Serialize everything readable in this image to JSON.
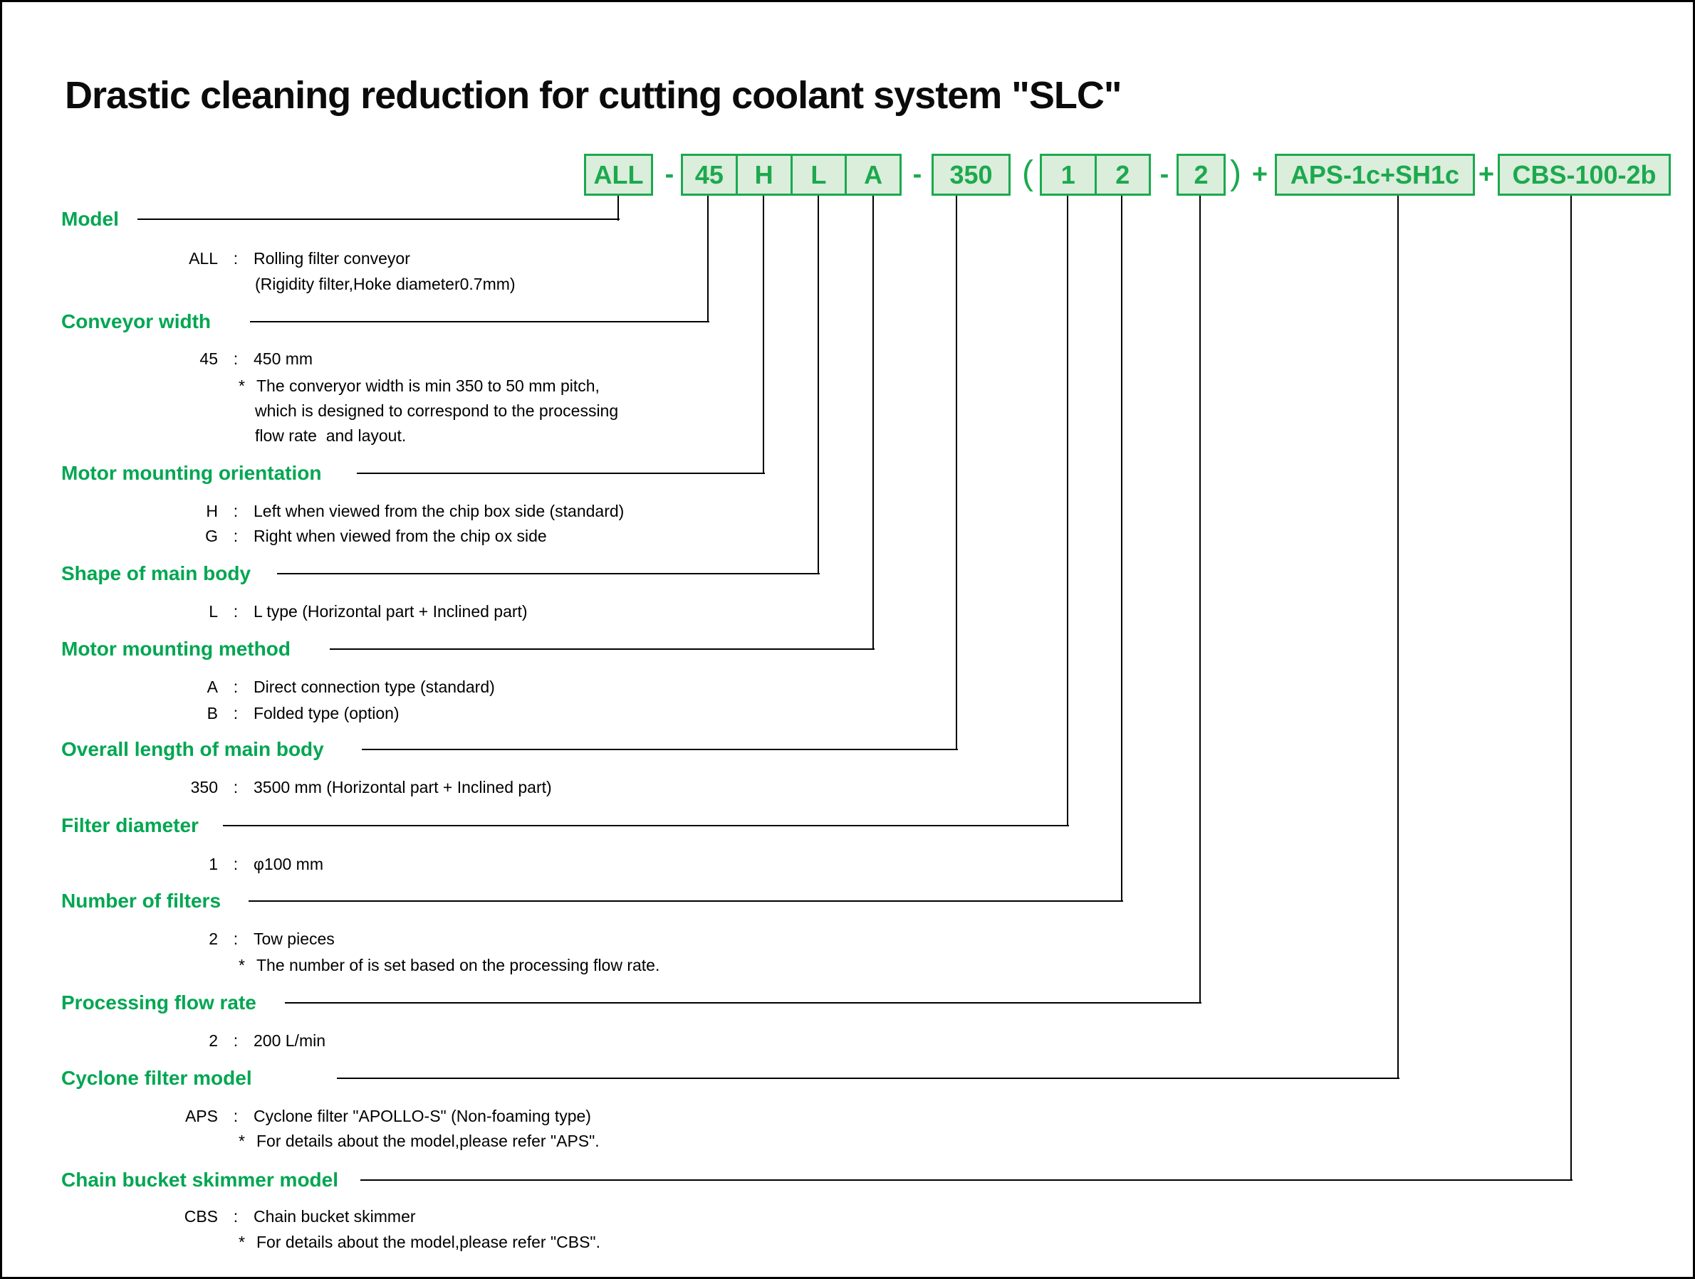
{
  "title": "Drastic cleaning reduction for cutting coolant system \"SLC\"",
  "colors": {
    "heading_green": "#00A651",
    "box_border_green": "#1CA94E",
    "box_fill_green": "#DBEDDB",
    "line_black": "#000000"
  },
  "code": {
    "model_box": "ALL",
    "dash1": "-",
    "group1": [
      "45",
      "H",
      "L",
      "A"
    ],
    "dash2": "-",
    "length_box": "350",
    "paren_open": "(",
    "group2": [
      "1",
      "2"
    ],
    "dash3": "-",
    "flow_box": "2",
    "paren_close": ")",
    "plus1": "+",
    "cyclone_box": "APS-1c+SH1c",
    "plus2": "+",
    "skimmer_box": "CBS-100-2b"
  },
  "sections": [
    {
      "heading": "Model",
      "items": [
        {
          "val": "ALL",
          "colon": ":",
          "desc": "Rolling filter conveyor"
        },
        {
          "cont": "(Rigidity filter,Hoke diameter0.7mm)"
        }
      ]
    },
    {
      "heading": "Conveyor width",
      "items": [
        {
          "val": "45",
          "colon": ":",
          "desc": "450 mm"
        },
        {
          "star": "*",
          "note": "The converyor width is min 350 to 50 mm pitch,"
        },
        {
          "cont": "which is designed to correspond to the processing"
        },
        {
          "cont": "flow rate  and layout."
        }
      ]
    },
    {
      "heading": "Motor mounting orientation",
      "items": [
        {
          "val": "H",
          "colon": ":",
          "desc": "Left when viewed from the chip box side (standard)"
        },
        {
          "val": "G",
          "colon": ":",
          "desc": "Right when viewed from the chip ox side"
        }
      ]
    },
    {
      "heading": "Shape of main body",
      "items": [
        {
          "val": "L",
          "colon": ":",
          "desc": "L type (Horizontal part + Inclined part)"
        }
      ]
    },
    {
      "heading": "Motor mounting method",
      "items": [
        {
          "val": "A",
          "colon": ":",
          "desc": "Direct connection type (standard)"
        },
        {
          "val": "B",
          "colon": ":",
          "desc": "Folded type (option)"
        }
      ]
    },
    {
      "heading": "Overall length of main body",
      "items": [
        {
          "val": "350",
          "colon": ":",
          "desc": "3500 mm (Horizontal part + Inclined part)"
        }
      ]
    },
    {
      "heading": "Filter diameter",
      "items": [
        {
          "val": "1",
          "colon": ":",
          "desc": "φ100 mm"
        }
      ]
    },
    {
      "heading": "Number of filters",
      "items": [
        {
          "val": "2",
          "colon": ":",
          "desc": "Tow pieces"
        },
        {
          "star": "*",
          "note": "The number of is set based on the processing flow rate."
        }
      ]
    },
    {
      "heading": "Processing flow rate",
      "items": [
        {
          "val": "2",
          "colon": ":",
          "desc": "200 L/min"
        }
      ]
    },
    {
      "heading": "Cyclone filter model",
      "items": [
        {
          "val": "APS",
          "colon": ":",
          "desc": "Cyclone filter \"APOLLO-S\" (Non-foaming type)"
        },
        {
          "star": "*",
          "note": "For details about the model,please refer \"APS\"."
        }
      ]
    },
    {
      "heading": "Chain bucket skimmer model",
      "items": [
        {
          "val": "CBS",
          "colon": ":",
          "desc": "Chain bucket skimmer"
        },
        {
          "star": "*",
          "note": "For details about the model,please refer \"CBS\"."
        }
      ]
    }
  ]
}
